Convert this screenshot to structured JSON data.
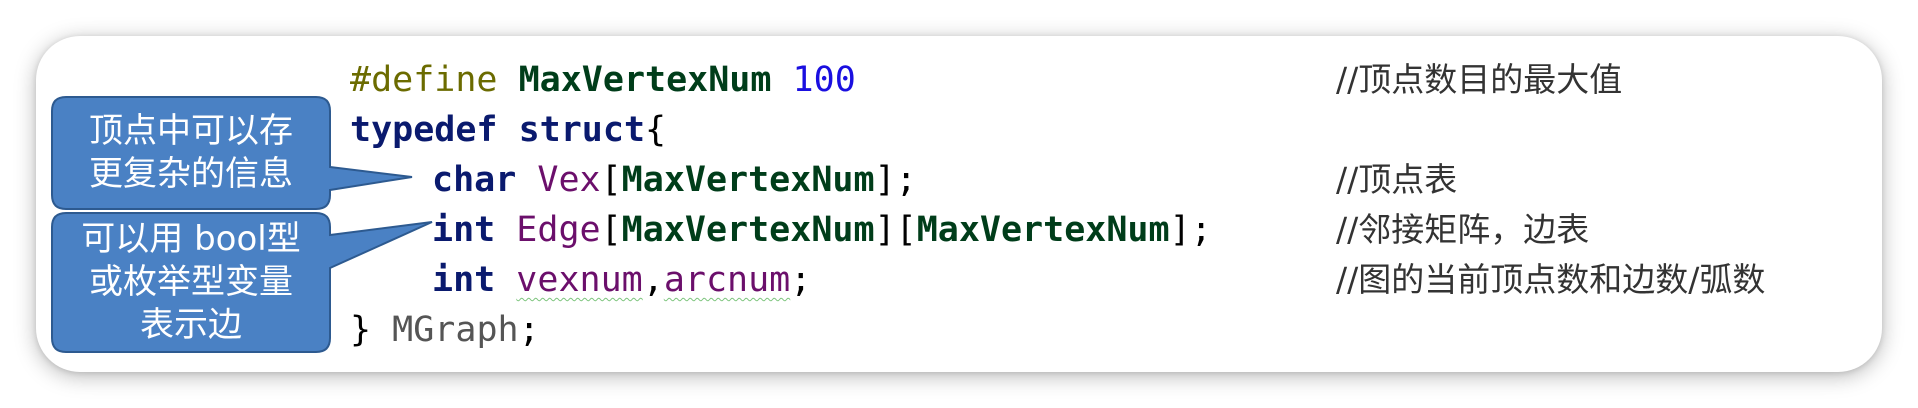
{
  "code": {
    "line1": {
      "directive": "#define",
      "macro": "MaxVertexNum",
      "value": "100",
      "comment": "//顶点数目的最大值"
    },
    "line2": {
      "keyword1": "typedef",
      "keyword2": "struct",
      "brace": "{"
    },
    "line3": {
      "type": "char",
      "name": "Vex",
      "open": "[",
      "size": "MaxVertexNum",
      "close": "];",
      "comment": "//顶点表"
    },
    "line4": {
      "type": "int",
      "name": "Edge",
      "open1": "[",
      "size1": "MaxVertexNum",
      "mid": "][",
      "size2": "MaxVertexNum",
      "close": "];",
      "comment": "//邻接矩阵，边表"
    },
    "line5": {
      "type": "int",
      "var1": "vexnum",
      "comma": ",",
      "var2": "arcnum",
      "semi": ";",
      "comment": "//图的当前顶点数和边数/弧数"
    },
    "line6": {
      "brace": "}",
      "name": "MGraph",
      "semi": ";"
    }
  },
  "callouts": {
    "top": {
      "line1": "顶点中可以存",
      "line2": "更复杂的信息"
    },
    "bottom": {
      "line1": "可以用 bool型",
      "line2": "或枚举型变量",
      "line3": "表示边"
    }
  },
  "colors": {
    "callout_fill": "#4a81c4",
    "callout_stroke": "#2d5a90"
  }
}
